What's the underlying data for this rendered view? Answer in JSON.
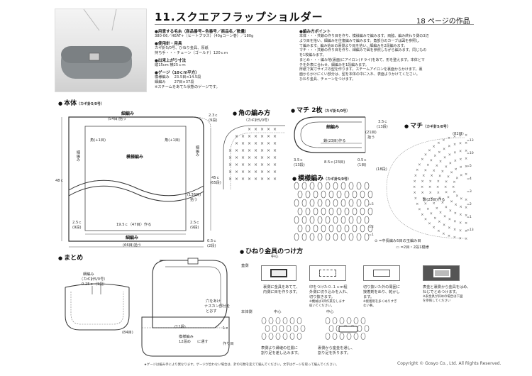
{
  "header": {
    "title": "11.スクエアフラップショルダー",
    "page_ref": "18 ページの作品"
  },
  "materials": {
    "yarn_head": "●用意する毛糸（商品番号−色番号／商品名／数量）",
    "yarn_line": "380-06／HEAT+（ヒートプラス）（40gコーン巻）／180g",
    "tools_head": "●使用針・用具",
    "tools_line1": "カギ針5/0号、ひねり金具、厚紙",
    "tools_line2": "持ち手・・・チェーン（ゴールド）120ｃｍ",
    "size_head": "●出来上がり寸法",
    "size_line": "縦15cm 横25ｃｍ",
    "gauge_head": "●ゲージ（10ｃｍ平方）",
    "gauge_line1": "模様編み　 23.5目×14.5段",
    "gauge_line2": "細編み　　 27目×37段",
    "gauge_note": "※スチームをあてた状態のゲージです。"
  },
  "points": {
    "head": "●編み方ポイント",
    "lines": [
      "本体・・・共鎖の作り目を作り、模様編みで編みます。両脇、編み終わり側の3辺",
      "より目を拾い、細編みを往復編みで編みます。角部分のカーブは図を参照し",
      "て編みます。編み始めの裏側より目を拾い、細編みを2段編みます。",
      "マチ・・・共鎖の作り目を作り、細編みで図を参照しながら編みます。同じもの",
      "を1枚編みます。",
      "まとめ・・・編み地(裏面)にアイロン(ドライ)をあて、形を整えます。本体とマ",
      "チを外表に合わせ、細編みを1段編みます。",
      "厚紙で実寸サイズの型を作ります。スチームアイロンを裏面からかけます。裏",
      "面からかけにくい部分は、型を本体の中に入れ、表面よりかけてください。",
      "ひねり金具、チェーンをつけます。"
    ]
  },
  "body_diagram": {
    "title": "本体",
    "needle": "（カギ針5/0号）",
    "top_label": "細編み",
    "top_pick": "(54目)拾う",
    "corner_l": "角(+1目)",
    "corner_r": "角(+1目)",
    "side_label_l": "細編み",
    "side_label_r": "細編み",
    "pattern_label": "模様編み",
    "height_48": "48ｃ",
    "dim_45": "45ｃ",
    "dim_45s": "(65段)",
    "dim_23": "2.3ｃ",
    "dim_23s": "(9段)",
    "side_pick": "(138目)",
    "side_pick2": "拾う",
    "dim_25l": "2.5ｃ",
    "dim_25ls": "(9段)",
    "dim_25r": "2.5ｃ",
    "dim_25rs": "(9段)",
    "start_row": "19.5ｃ（47目）作る",
    "bottom_label": "細編み",
    "bottom_pick": "(66目)拾う",
    "dim_05": "0.5ｃ",
    "dim_05s": "(2段)"
  },
  "corner": {
    "title": "角の編み方",
    "needle": "（カギ針5/0号）"
  },
  "gusset2": {
    "title": "マチ 2枚",
    "needle": "（カギ針5/0号）",
    "label": "細編み",
    "chain": "鎖(23目)作る",
    "dim_35a": "3.5ｃ",
    "dim_35as": "(13段)",
    "dim_21": "(21目)",
    "dim_21b": "拾う",
    "dim_85": "8.5ｃ(23目)",
    "dim_05": "0.5ｃ",
    "dim_05b": "(1目)",
    "dim_35b": "3.5ｃ",
    "dim_35bs": "(13段)",
    "dim_18": "(18段)"
  },
  "gusset": {
    "title": "マチ",
    "needle": "（カギ針5/0号）",
    "count_82": "(82目)",
    "chain": "鎖(23目)作る",
    "rows": [
      "=13",
      "=10",
      "=5",
      "=4",
      "=3",
      "=2",
      "=1",
      "=13"
    ]
  },
  "pattern": {
    "title": "模様編み",
    "needle": "（カギ針5/0号）",
    "rows": [
      "=5",
      "=2",
      "=1"
    ],
    "legend1": "=中長編み5目の玉編み目",
    "legend2": "=2目・2段1模様"
  },
  "finish": {
    "title": "まとめ",
    "label1": "細編み",
    "label2": "（カギ針5/0号）",
    "label3": "0.25ｃ（1段）",
    "count_84": "(84目)",
    "count_11": "(11段)",
    "hole1": "穴をあけ",
    "hole2": "ナスカン部分を",
    "hole3": "とおす",
    "pat1": "模様編み",
    "pat2": "12段め",
    "pat3": "に通す",
    "dim_1c": "1ｃ",
    "side": "作り目"
  },
  "clasp": {
    "title": "ひねり金具のつけ方",
    "lid": "蓋側",
    "center": "中心",
    "step1a": "裏側に金具をあてて、",
    "step1b": "内側に目を作ります。",
    "step2a": "印をつけた０.１ｃｍ程",
    "step2b": "外側に切り込みを入れ、",
    "step2c": "切り抜きます。",
    "step2d": "※機械は1目作業をします",
    "step2e": "抜いてください。",
    "step3a": "切り抜いた外の周囲に",
    "step3b": "接着剤をぬり、乾かし",
    "step3c": "ます。",
    "step3d": "※接着剤を多くぬりすぎ",
    "step3e": "ない事。",
    "step4a": "表金と裏側から金具をはめ、",
    "step4b": "ねじでとめつけます。",
    "step4c": "※表金具が斜めの場合は下図",
    "step4d": "を参照してください",
    "body_side": "本体側",
    "body_c1": "中心",
    "body_c2": "中心",
    "bstep1a": "表側より縁継の位置に",
    "bstep1b": "割り足を差し込みます。",
    "bstep2a": "裏側から座金を通し、",
    "bstep2b": "割り足を折ります。"
  },
  "footer": {
    "note": "★ゲージは編み手により異なります。ゲージが合わない場合は、針の号数を変えて編んでください。文字はゲージを取って編んでください。",
    "copy": "Copyright © Gosyo Co., Ltd. All Rights Reserved."
  }
}
